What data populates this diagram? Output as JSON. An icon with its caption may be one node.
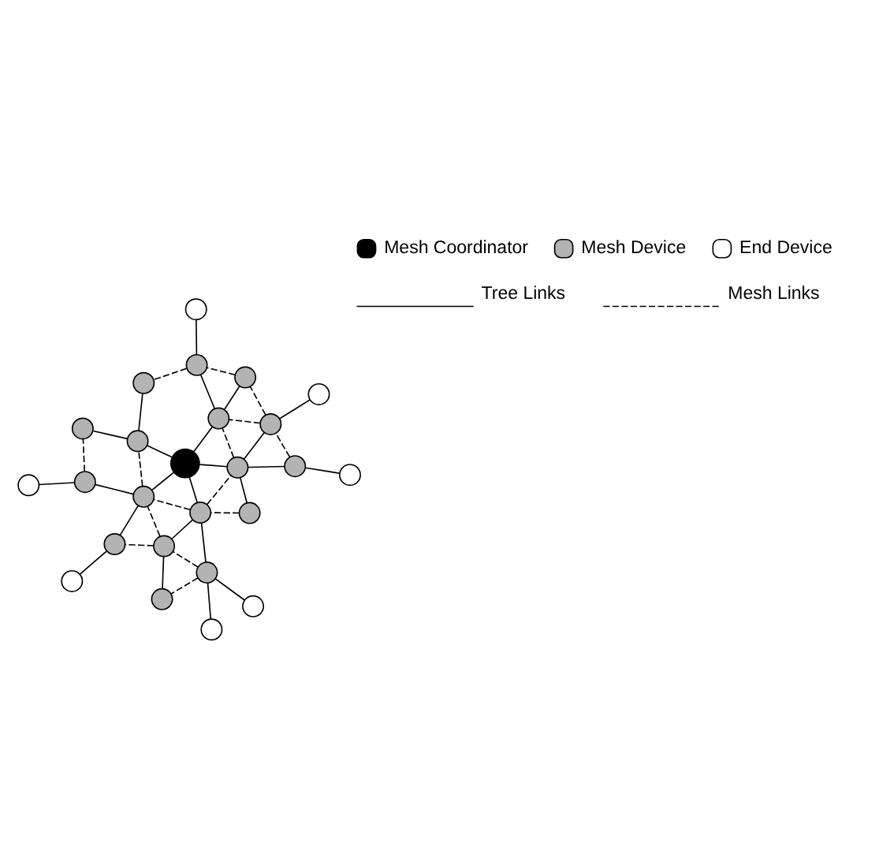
{
  "diagram": {
    "nodes": [
      {
        "text": [],
        "shape": "circle"
      },
      {
        "text": [],
        "shape": "circle"
      },
      {
        "text": [],
        "shape": "circle"
      },
      {
        "text": [],
        "shape": "circle"
      },
      {
        "text": [],
        "shape": "circle"
      },
      {
        "text": [],
        "shape": "circle"
      },
      {
        "text": [],
        "shape": "circle"
      },
      {
        "text": [],
        "shape": "circle"
      },
      {
        "text": [],
        "shape": "circle"
      },
      {
        "text": [],
        "shape": "circle"
      },
      {
        "text": [],
        "shape": "circle"
      },
      {
        "text": [],
        "shape": "circle"
      },
      {
        "text": [],
        "shape": "circle"
      },
      {
        "text": [],
        "shape": "circle"
      },
      {
        "text": [],
        "shape": "circle"
      },
      {
        "text": [],
        "shape": "circle"
      },
      {
        "text": [],
        "shape": "circle"
      },
      {
        "text": [],
        "shape": "circle"
      },
      {
        "text": [],
        "shape": "circle"
      },
      {
        "text": [],
        "shape": "circle"
      },
      {
        "text": [],
        "shape": "circle"
      },
      {
        "text": [],
        "shape": "circle"
      },
      {
        "text": [],
        "shape": "circle"
      },
      {
        "text": [],
        "shape": "circle"
      },
      {
        "text": [],
        "shape": "circle"
      }
    ],
    "edges": [
      {
        "from": 2,
        "to": 5,
        "arrow": "none"
      },
      {
        "from": 1,
        "to": 5,
        "arrow": "none"
      },
      {
        "from": 5,
        "to": 6,
        "arrow": "none",
        "style": "dashed"
      },
      {
        "from": 5,
        "to": 10,
        "arrow": "none"
      },
      {
        "from": 5,
        "to": 12,
        "arrow": "none",
        "style": "dashed"
      },
      {
        "from": 6,
        "to": 12,
        "arrow": "none"
      },
      {
        "from": 12,
        "to": 10,
        "arrow": "none"
      },
      {
        "from": 10,
        "to": 14,
        "arrow": "none"
      },
      {
        "from": 4,
        "to": 10,
        "arrow": "none",
        "style": "dashed"
      },
      {
        "from": 10,
        "to": 8,
        "arrow": "none",
        "style": "dashed"
      },
      {
        "from": 10,
        "to": 17,
        "arrow": "none",
        "style": "dashed"
      },
      {
        "from": 12,
        "to": 16,
        "arrow": "none",
        "style": "dashed"
      },
      {
        "from": 12,
        "to": 17,
        "arrow": "none",
        "style": "dashed"
      },
      {
        "from": 11,
        "to": 16,
        "arrow": "none"
      },
      {
        "from": 16,
        "to": 17,
        "arrow": "none"
      },
      {
        "from": 17,
        "to": 14,
        "arrow": "none"
      },
      {
        "from": 17,
        "to": 19,
        "arrow": "none",
        "style": "dashed"
      },
      {
        "from": 17,
        "to": 20,
        "arrow": "none"
      },
      {
        "from": 20,
        "to": 21,
        "arrow": "none"
      },
      {
        "from": 20,
        "to": 23,
        "arrow": "none",
        "style": "dashed"
      },
      {
        "from": 23,
        "to": 19,
        "arrow": "none"
      },
      {
        "from": 19,
        "to": 14,
        "arrow": "none"
      },
      {
        "from": 4,
        "to": 8,
        "arrow": "none"
      },
      {
        "from": 3,
        "to": 8,
        "arrow": "none"
      },
      {
        "from": 0,
        "to": 3,
        "arrow": "none"
      },
      {
        "from": 3,
        "to": 9,
        "arrow": "none",
        "style": "dashed"
      },
      {
        "from": 8,
        "to": 9,
        "arrow": "none"
      },
      {
        "from": 9,
        "to": 7,
        "arrow": "none"
      },
      {
        "from": 8,
        "to": 13,
        "arrow": "none",
        "style": "dashed"
      },
      {
        "from": 9,
        "to": 13,
        "arrow": "none",
        "style": "dashed"
      },
      {
        "from": 9,
        "to": 15,
        "arrow": "none",
        "style": "dashed"
      },
      {
        "from": 14,
        "to": 8,
        "arrow": "none"
      },
      {
        "from": 14,
        "to": 13,
        "arrow": "none"
      },
      {
        "from": 13,
        "to": 15,
        "arrow": "none"
      },
      {
        "from": 13,
        "to": 18,
        "arrow": "none"
      },
      {
        "from": 15,
        "to": 18,
        "arrow": "none",
        "style": "dashed"
      },
      {
        "from": 18,
        "to": 22,
        "arrow": "none"
      },
      {
        "from": 18,
        "to": 24,
        "arrow": "none",
        "style": "dashed"
      },
      {
        "from": 19,
        "to": 24,
        "arrow": "none"
      }
    ],
    "legend": [
      {
        "text": "Mesh Coordinator",
        "color": "#000000"
      },
      {
        "text": "Mesh Device",
        "color": "#b3b3b3"
      },
      {
        "text": "End Device",
        "color": "#ffffff"
      },
      {
        "text": "Tree Links"
      },
      {
        "text": "Mesh Links"
      }
    ]
  }
}
